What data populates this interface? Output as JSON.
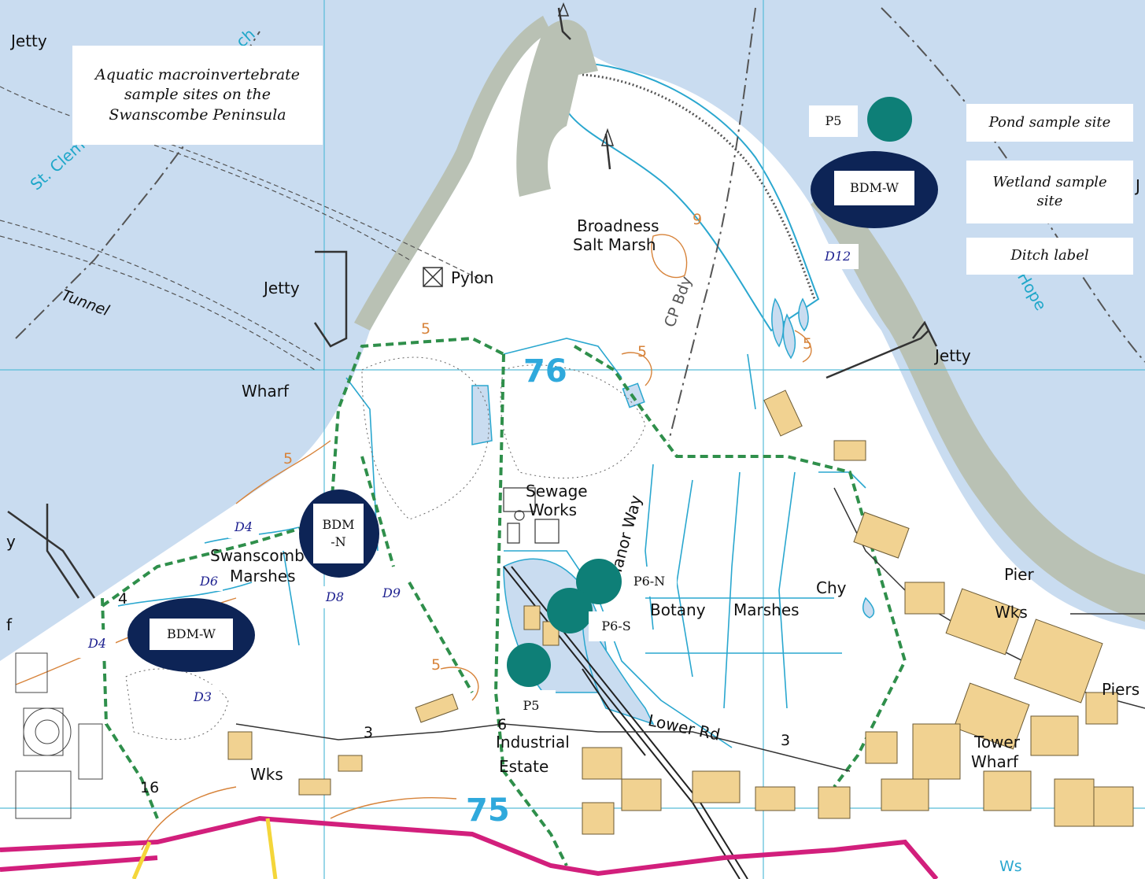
{
  "colors": {
    "sea": "#c9dcf0",
    "foreshore": "#b9c1b4",
    "land": "#ffffff",
    "grid": "#57bcd8",
    "water_feature": "#2aa7cf",
    "footpath": "#2f8f4b",
    "road_a": "#d21f7c",
    "road_b": "#f4d63a",
    "pond_site": "#0e7f77",
    "wetland_site": "#0d2456",
    "ditch_text": "#1c1f8f",
    "contour": "#d7833a",
    "building": "#f1d291"
  },
  "title_box": {
    "lines": [
      "Aquatic macroinvertebrate",
      "sample sites on the",
      "Swanscombe Peninsula"
    ]
  },
  "legend": {
    "pond_label": "Pond sample site",
    "pond_code": "P5",
    "wetland_label": "Wetland sample site",
    "wetland_code": "BDM-W",
    "ditch_label": "Ditch label",
    "ditch_code": "D12"
  },
  "grid_numbers": {
    "north": "76",
    "south": "75"
  },
  "map_labels": {
    "jetty_nw": "Jetty",
    "jetty_mid": "Jetty",
    "jetty_east": "Jetty",
    "jetty_edge": "J",
    "clements": "St. Clement's or",
    "clements_suffix": "ch",
    "hope": "t Hope",
    "tunnel": "Tunnel",
    "wharf": "Wharf",
    "broadness": "Broadness",
    "salt_marsh": "Salt Marsh",
    "pylon": "Pylon",
    "cp_bdy": "CP Bdy",
    "sewage": "Sewage",
    "works": "Works",
    "manor_way": "Manor Way",
    "swanscombe": "Swanscomb",
    "marshes": "Marshes",
    "botany": "Botany",
    "botany_marshes": "Marshes",
    "chy": "Chy",
    "pier": "Pier",
    "wks_east": "Wks",
    "piers": "Piers",
    "lower_rd": "Lower Rd",
    "industrial": "Industrial",
    "estate": "Estate",
    "tower": "Tower",
    "tower_wharf": "Wharf",
    "wks_sw": "Wks",
    "spot_16": "16",
    "spot_3a": "3",
    "spot_3b": "3",
    "spot_4": "4",
    "spot_5a": "5",
    "spot_5b": "5",
    "spot_5c": "5",
    "spot_5d": "5",
    "spot_5e": "5",
    "spot_9": "9",
    "spot_6": "6",
    "edge_y": "y",
    "edge_f": "f",
    "ws": "Ws"
  },
  "ditches": {
    "d4_north": "D4",
    "d4_west": "D4",
    "d6": "D6",
    "d8": "D8",
    "d9": "D9",
    "d3": "D3"
  },
  "sites": {
    "bdm_n": "BDM\n-N",
    "bdm_w": "BDM-W",
    "p6_n": "P6-N",
    "p6_s": "P6-S",
    "p5": "P5"
  }
}
